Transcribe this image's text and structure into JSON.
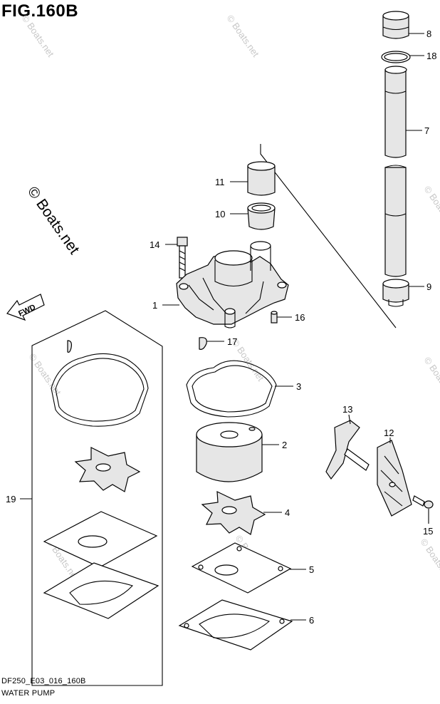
{
  "figure": {
    "title": "FIG.160B",
    "code": "DF250_E03_016_160B",
    "name": "WATER PUMP"
  },
  "watermark": {
    "text": "© Boats.net"
  },
  "direction": {
    "text": "FWD"
  },
  "callouts": [
    "1",
    "2",
    "3",
    "4",
    "5",
    "6",
    "7",
    "8",
    "9",
    "10",
    "11",
    "12",
    "13",
    "14",
    "15",
    "16",
    "17",
    "18",
    "19"
  ]
}
